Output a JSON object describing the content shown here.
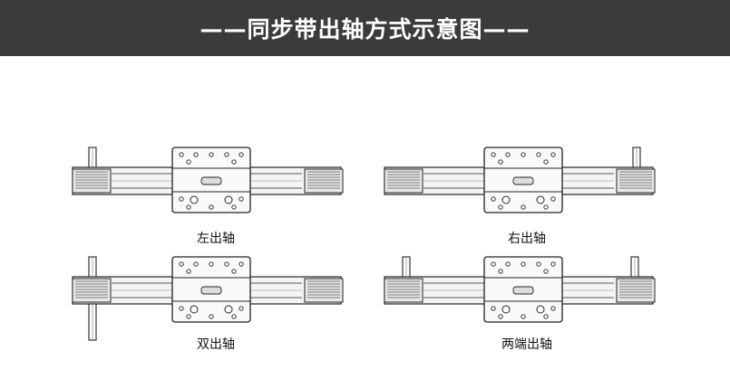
{
  "header": {
    "title": "——同步带出轴方式示意图——"
  },
  "diagrams": [
    {
      "caption": "左出轴",
      "shaft": "left"
    },
    {
      "caption": "右出轴",
      "shaft": "right"
    },
    {
      "caption": "双出轴",
      "shaft": "both"
    },
    {
      "caption": "两端出轴",
      "shaft": "ends"
    }
  ]
}
